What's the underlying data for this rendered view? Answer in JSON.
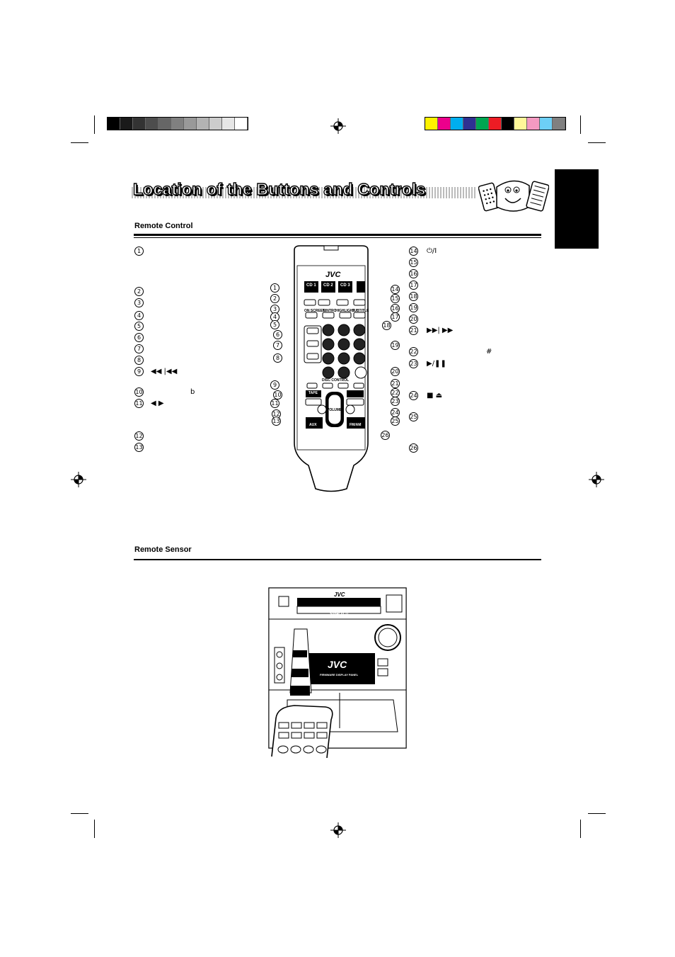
{
  "header": {
    "title": "Location of the Buttons and Controls"
  },
  "sections": {
    "remote_control": "Remote Control",
    "remote_sensor": "Remote Sensor"
  },
  "left_list": [
    {
      "n": "1",
      "sym": ""
    },
    {
      "n": "2",
      "sym": ""
    },
    {
      "n": "3",
      "sym": ""
    },
    {
      "n": "4",
      "sym": ""
    },
    {
      "n": "5",
      "sym": ""
    },
    {
      "n": "6",
      "sym": ""
    },
    {
      "n": "7",
      "sym": ""
    },
    {
      "n": "8",
      "sym": ""
    },
    {
      "n": "9",
      "sym": "◀◀  |◀◀"
    },
    {
      "n": "10",
      "sym": "b"
    },
    {
      "n": "11",
      "sym": "◀ ▶"
    },
    {
      "n": "12",
      "sym": ""
    },
    {
      "n": "13",
      "sym": ""
    }
  ],
  "right_list": [
    {
      "n": "14",
      "sym": "⏻/I"
    },
    {
      "n": "15",
      "sym": ""
    },
    {
      "n": "16",
      "sym": ""
    },
    {
      "n": "17",
      "sym": ""
    },
    {
      "n": "18",
      "sym": ""
    },
    {
      "n": "19",
      "sym": ""
    },
    {
      "n": "20",
      "sym": ""
    },
    {
      "n": "21",
      "sym": "▶▶|  ▶▶"
    },
    {
      "n": "22",
      "sym": "#"
    },
    {
      "n": "23",
      "sym": "▶/❚❚"
    },
    {
      "n": "24",
      "sym": "■  ⏏"
    },
    {
      "n": "25",
      "sym": ""
    },
    {
      "n": "26",
      "sym": ""
    }
  ],
  "remote": {
    "brand": "JVC",
    "cd1": "CD 1",
    "cd2": "CD 2",
    "cd3": "CD 3",
    "on_screen": "ON SCREEN",
    "title_intro": "T.INTRO",
    "highlight": "HIGHLIGHT",
    "subtitle": "SUBTITLE",
    "disc_control": "DISC CONTROL",
    "tape": "TAPE",
    "volume": "VOLUME",
    "aux": "AUX",
    "fm_am": "FM/AM"
  },
  "unit": {
    "brand": "JVC",
    "super_vcd": "Super VCD",
    "display_label": "FIRMWARE DISPLAY PANEL"
  },
  "colors": {
    "grays": [
      "#000000",
      "#1a1a1a",
      "#333333",
      "#4d4d4d",
      "#666666",
      "#808080",
      "#999999",
      "#b3b3b3",
      "#cccccc",
      "#e6e6e6",
      "#ffffff"
    ],
    "process": [
      "#fff200",
      "#ec008c",
      "#00aeef",
      "#2e3192",
      "#00a651",
      "#ed1c24",
      "#000000",
      "#fff799",
      "#f49ac1",
      "#6dcff6",
      "#808080"
    ]
  }
}
